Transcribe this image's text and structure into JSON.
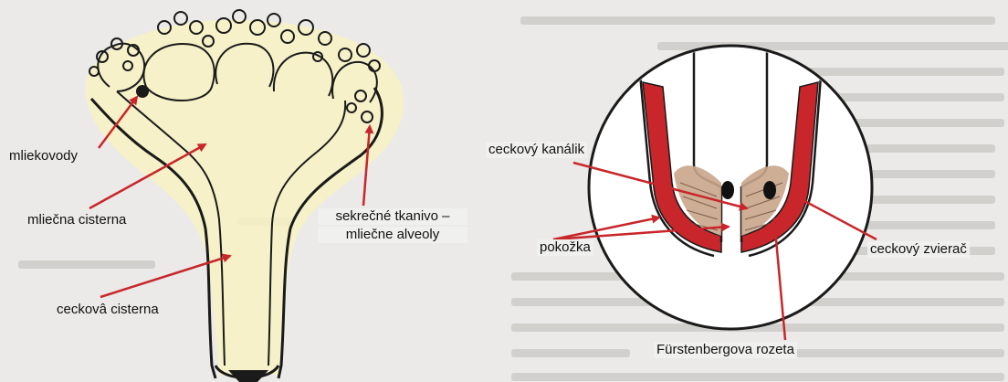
{
  "labels": {
    "mliekovody": "mliekovody",
    "mliecna_cisterna": "mliečna cisterna",
    "sekrecne_line1": "sekrečné tkanivo –",
    "sekrecne_line2": "mliečne alveoly",
    "cecková_cisterna": "ceckovâ cisterna",
    "ceckovy_kanalik": "ceckový kanálik",
    "pokozka": "pokožka",
    "ceckovy_zvierac": "ceckový zvierač",
    "furstenbergova_rozeta": "Fürstenbergova rozeta"
  },
  "colors": {
    "arrow": "#c8262a",
    "udder_fill": "#f8f2c2",
    "outline": "#1a1a1a",
    "sphincter": "#c8262a",
    "rosette": "#c9a58a"
  }
}
